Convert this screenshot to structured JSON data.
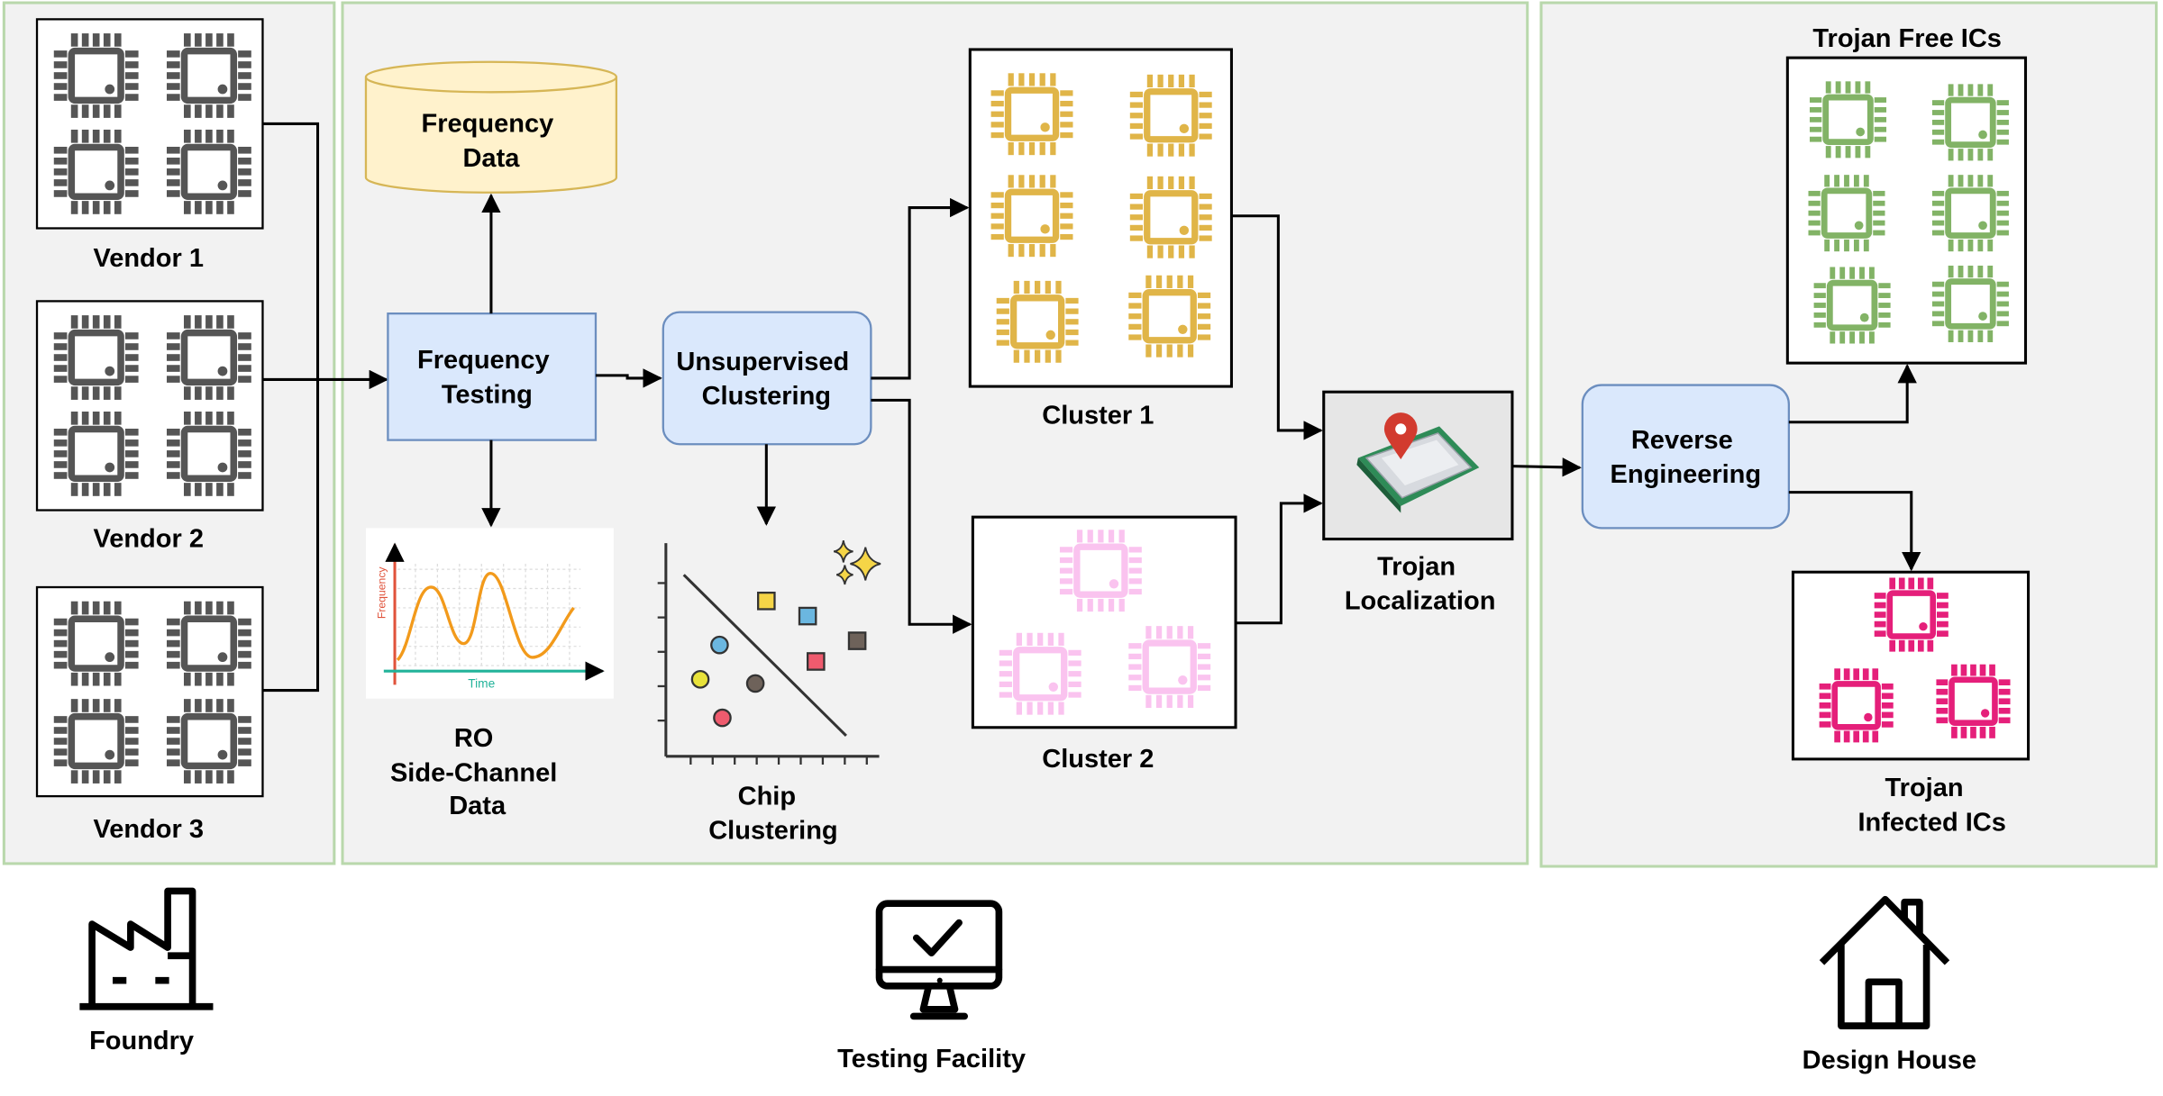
{
  "colors": {
    "panel_fill": "#f2f2f2",
    "panel_border": "#b9d8ac",
    "process_fill": "#dae8fc",
    "process_border": "#6c8ebf",
    "database_fill": "#fff2cc",
    "database_border": "#d6b656",
    "chip_vendor": "#555555",
    "chip_cluster1": "#e0b548",
    "chip_cluster2": "#fac3ef",
    "chip_trojan_free": "#82b366",
    "chip_trojan_infected": "#e51f7a",
    "plot_curve": "#f29a1b",
    "plot_y_axis": "#e0533b",
    "plot_x_axis": "#22b39a"
  },
  "panels": {
    "foundry": {
      "vendors": [
        {
          "label": "Vendor 1"
        },
        {
          "label": "Vendor 2"
        },
        {
          "label": "Vendor 3"
        }
      ],
      "footer_label": "Foundry",
      "footer_icon": "factory-icon"
    },
    "testing": {
      "database_label": [
        "Frequency",
        "Data"
      ],
      "frequency_testing_label": [
        "Frequency",
        "Testing"
      ],
      "unsupervised_clustering_label": [
        "Unsupervised",
        "Clustering"
      ],
      "ro_plot": {
        "y_label": "Frequency",
        "x_label": "Time"
      },
      "ro_caption": [
        "RO",
        "Side-Channel",
        "Data"
      ],
      "scatter_caption": [
        "Chip",
        "Clustering"
      ],
      "scatter_points": [
        {
          "shape": "square",
          "color": "#f5d547"
        },
        {
          "shape": "square",
          "color": "#6bb7e0"
        },
        {
          "shape": "square",
          "color": "#ef5b6e"
        },
        {
          "shape": "square",
          "color": "#6e625a"
        },
        {
          "shape": "circle",
          "color": "#6bb7e0"
        },
        {
          "shape": "circle",
          "color": "#e8e23a"
        },
        {
          "shape": "circle",
          "color": "#6e625a"
        },
        {
          "shape": "circle",
          "color": "#ef5b6e"
        }
      ],
      "cluster1_label": "Cluster 1",
      "cluster2_label": "Cluster 2",
      "localization_label": [
        "Trojan",
        "Localization"
      ],
      "footer_label": "Testing Facility",
      "footer_icon": "monitor-check-icon"
    },
    "design_house": {
      "reverse_engineering_label": [
        "Reverse",
        "Engineering"
      ],
      "trojan_free_label": "Trojan Free ICs",
      "trojan_infected_label": [
        "Trojan",
        "Infected ICs"
      ],
      "footer_label": "Design House",
      "footer_icon": "house-icon"
    }
  }
}
